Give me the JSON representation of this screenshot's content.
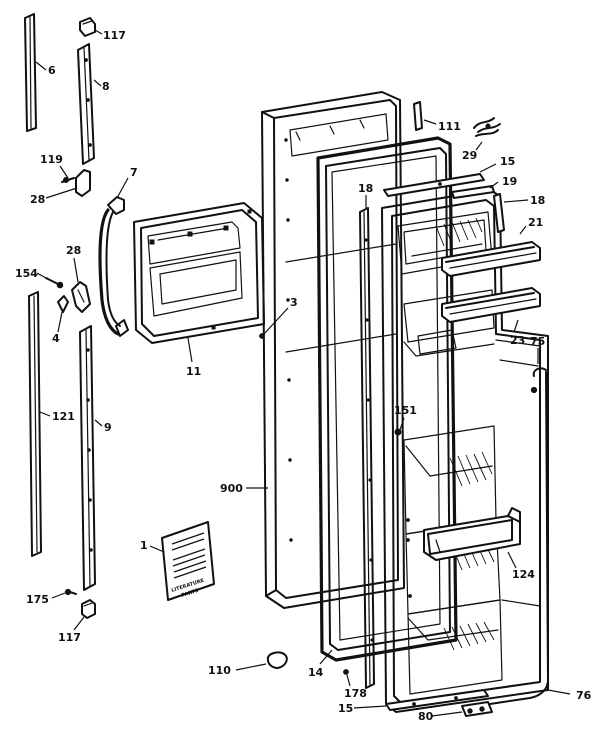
{
  "callouts": {
    "c6": "6",
    "c117a": "117",
    "c8": "8",
    "c119": "119",
    "c28a": "28",
    "c7": "7",
    "c28b": "28",
    "c154": "154",
    "c4": "4",
    "c11": "11",
    "c3": "3",
    "c121": "121",
    "c9": "9",
    "c900": "900",
    "c1": "1",
    "c175": "175",
    "c117b": "117",
    "c110": "110",
    "c14": "14",
    "c178": "178",
    "c15a": "15",
    "c80": "80",
    "c76": "76",
    "c124": "124",
    "c151": "151",
    "c75": "75",
    "c23": "23",
    "c21": "21",
    "c18a": "18",
    "c19": "19",
    "c15b": "15",
    "c29": "29",
    "c111": "111",
    "c18b": "18"
  },
  "literature": {
    "title": "LITERATURE",
    "subtitle": "PARTS"
  }
}
